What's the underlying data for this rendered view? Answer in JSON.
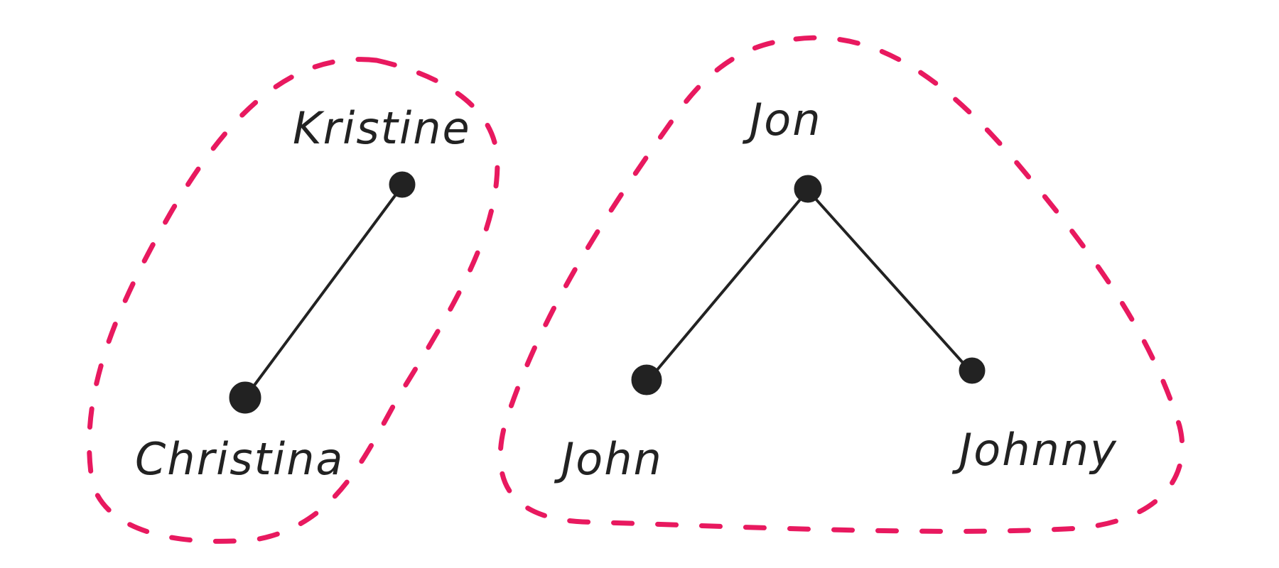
{
  "colors": {
    "cluster_outline": "#e8195f",
    "ink": "#222222"
  },
  "clusters": [
    {
      "nodes": [
        {
          "id": "kristine",
          "label": "Kristine"
        },
        {
          "id": "christina",
          "label": "Christina"
        }
      ],
      "edges": [
        {
          "from": "kristine",
          "to": "christina"
        }
      ]
    },
    {
      "nodes": [
        {
          "id": "jon",
          "label": "Jon"
        },
        {
          "id": "john",
          "label": "John"
        },
        {
          "id": "johnny",
          "label": "Johnny"
        }
      ],
      "edges": [
        {
          "from": "jon",
          "to": "john"
        },
        {
          "from": "jon",
          "to": "johnny"
        }
      ]
    }
  ]
}
